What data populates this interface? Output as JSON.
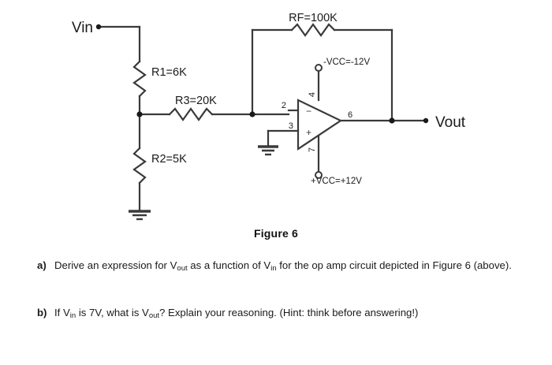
{
  "figure": {
    "caption": "Figure 6",
    "labels": {
      "vin": "Vin",
      "vout": "Vout",
      "r1": "R1=6K",
      "r2": "R2=5K",
      "r3": "R3=20K",
      "rf": "RF=100K",
      "neg_vcc": "-VCC=-12V",
      "pos_vcc": "+VCC=+12V",
      "pin_inverting": "2",
      "pin_noninverting": "3",
      "pin_neg_supply": "4",
      "pin_output": "6",
      "pin_pos_supply": "7",
      "opamp_minus": "−",
      "opamp_plus": "+"
    },
    "colors": {
      "wire": "#3a3a3a",
      "text": "#1a1a1a",
      "background": "#ffffff"
    }
  },
  "questions": [
    {
      "marker": "a)",
      "segments": [
        {
          "type": "text",
          "value": "Derive an expression for V"
        },
        {
          "type": "sub",
          "value": "out"
        },
        {
          "type": "text",
          "value": " as a function of V"
        },
        {
          "type": "sub",
          "value": "in"
        },
        {
          "type": "text",
          "value": " for the op amp circuit depicted in Figure 6 (above)."
        }
      ]
    },
    {
      "marker": "b)",
      "segments": [
        {
          "type": "text",
          "value": "If V"
        },
        {
          "type": "sub",
          "value": "in"
        },
        {
          "type": "text",
          "value": " is 7V, what is V"
        },
        {
          "type": "sub",
          "value": "out"
        },
        {
          "type": "text",
          "value": "? Explain your reasoning. (Hint: think before answering!)"
        }
      ]
    }
  ]
}
